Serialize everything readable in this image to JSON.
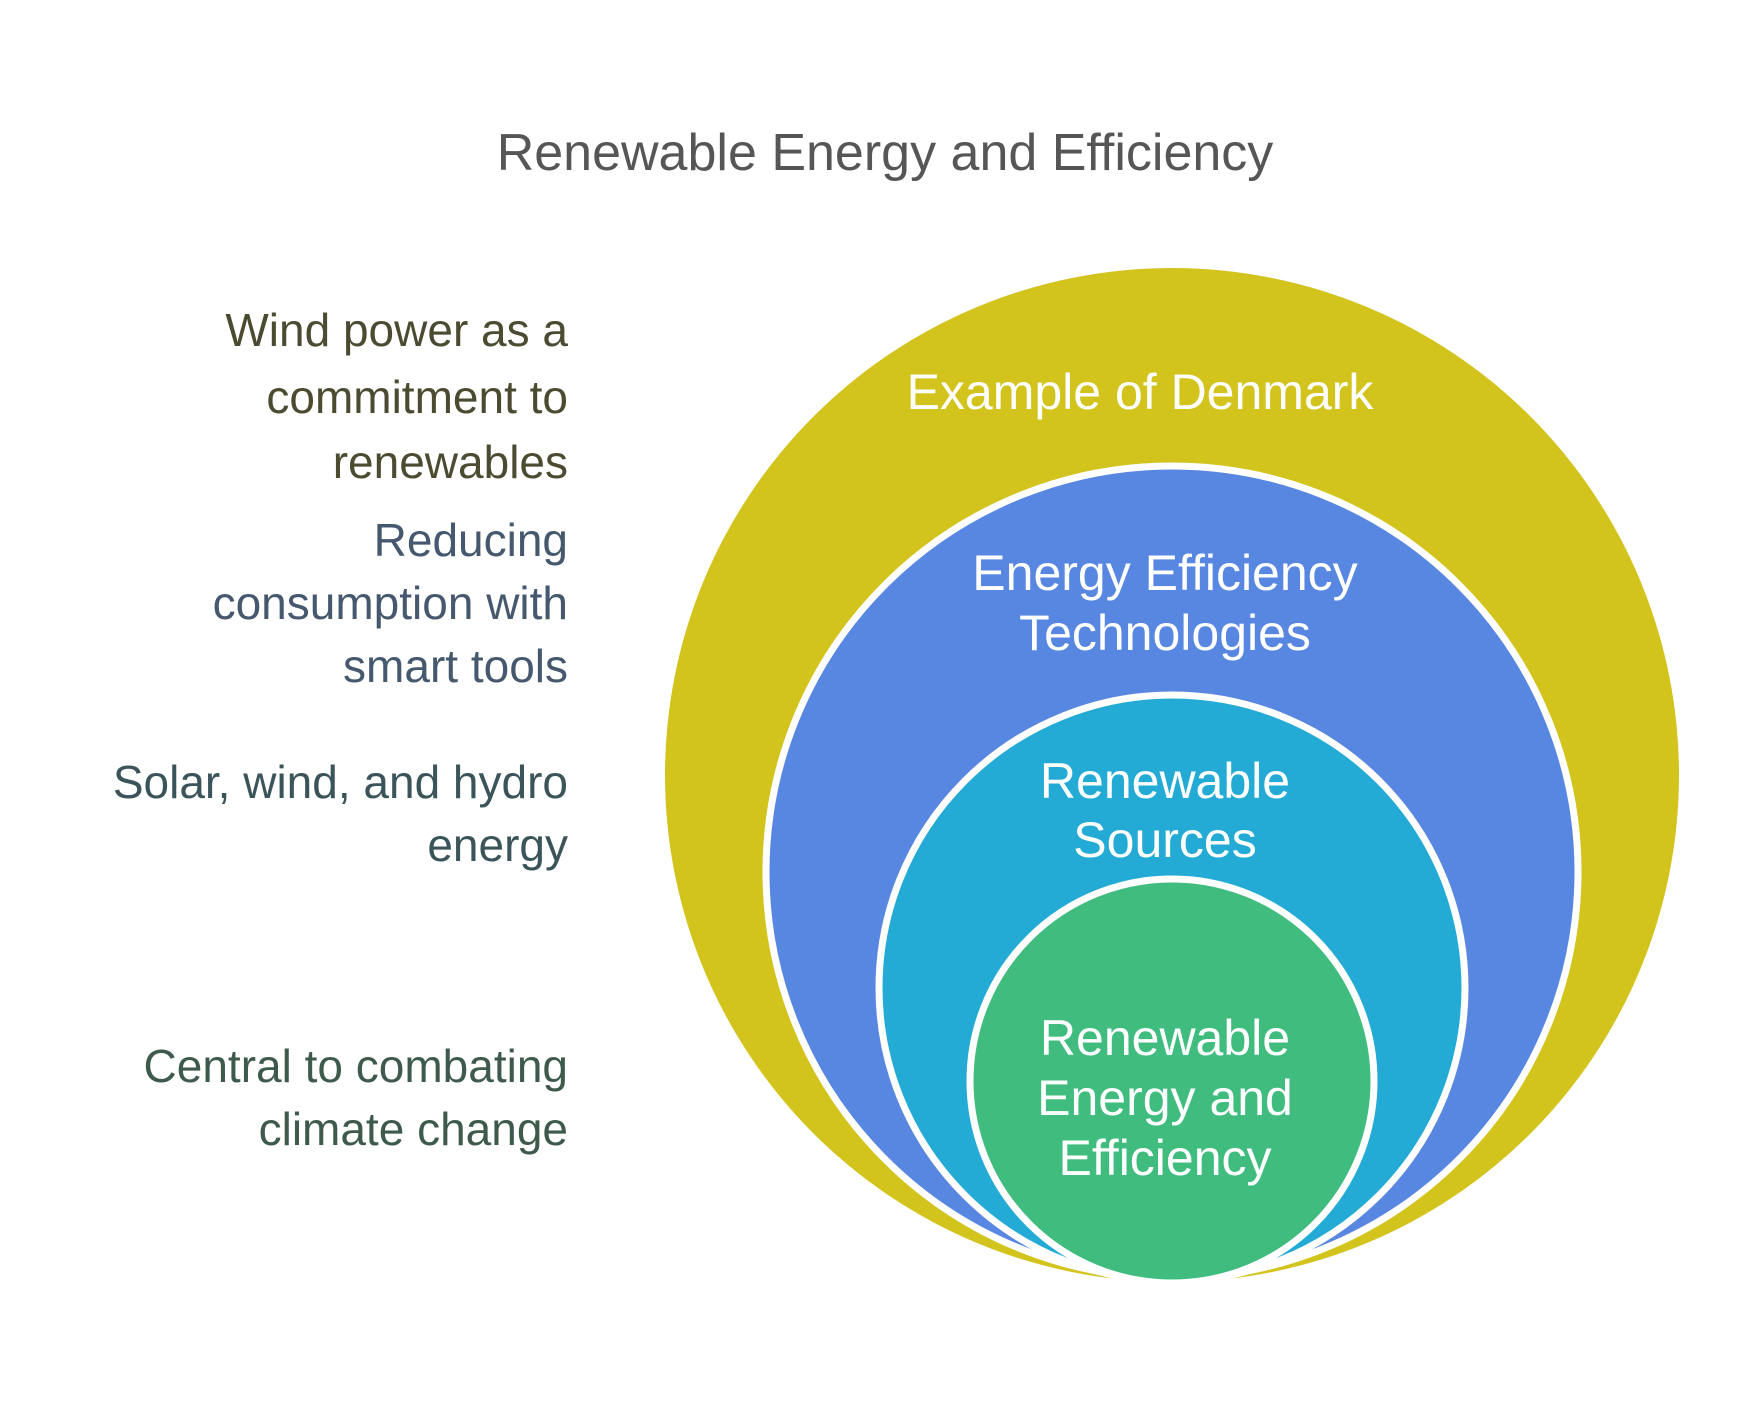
{
  "title": "Renewable Energy and Efficiency",
  "title_color": "#565656",
  "background": "#ffffff",
  "divider_stroke_color": "#ffffff",
  "rings": [
    {
      "label": "Example of Denmark",
      "label_lines": [
        "Example of Denmark"
      ],
      "color": "#d2c31d",
      "note": "Wind power as a commitment to renewables",
      "note_lines": [
        "Wind power as a",
        "commitment to",
        "renewables"
      ],
      "note_color": "#4b4b31"
    },
    {
      "label": "Energy Efficiency Technologies",
      "label_lines": [
        "Energy Efficiency",
        "Technologies"
      ],
      "color": "#5787e1",
      "note": "Reducing consumption with smart tools",
      "note_lines": [
        "Reducing",
        "consumption with",
        "smart tools"
      ],
      "note_color": "#46586d"
    },
    {
      "label": "Renewable Sources",
      "label_lines": [
        "Renewable",
        "Sources"
      ],
      "color": "#24abd5",
      "note": "Solar, wind, and hydro energy",
      "note_lines": [
        "Solar, wind, and hydro",
        "energy"
      ],
      "note_color": "#3b545a"
    },
    {
      "label": "Renewable Energy and Efficiency",
      "label_lines": [
        "Renewable",
        "Energy and",
        "Efficiency"
      ],
      "color": "#40bd7e",
      "note": "Central to combating climate change",
      "note_lines": [
        "Central to combating",
        "climate change"
      ],
      "note_color": "#3e5a4d"
    }
  ]
}
